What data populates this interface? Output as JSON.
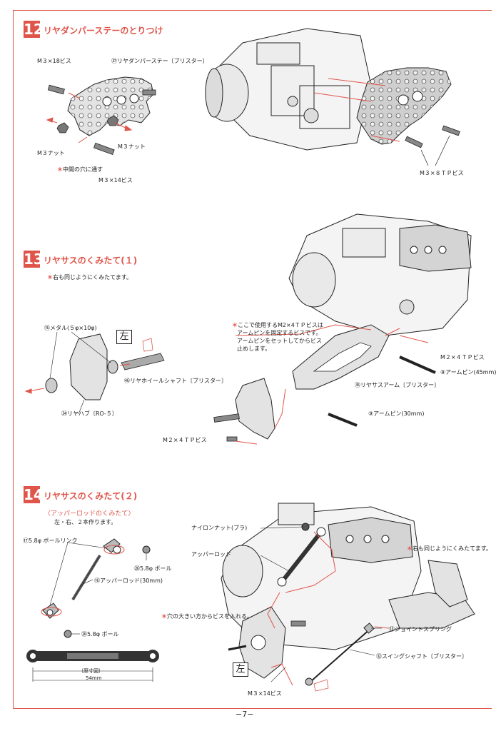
{
  "page_number": "−7−",
  "colors": {
    "accent": "#e0554a",
    "line": "#222222",
    "part_fill": "#d9d9d9"
  },
  "step12": {
    "number": "12",
    "title": "リヤダンパーステーのとりつけ",
    "labels": {
      "m3x18": "M３×18ビス",
      "stay": "㊲リヤダンパーステー〔ブリスター〕",
      "nut_left": "M３ナット",
      "nut_right": "M３ナット",
      "note_prefix": "＊",
      "note": "中間の穴に通す",
      "m3x14": "M３×14ビス",
      "m3x8tp": "M３×８ＴＰビス"
    }
  },
  "step13": {
    "number": "13",
    "title": "リヤサスのくみたて(１)",
    "note_prefix": "＊",
    "note": "右も同じようにくみたてます。",
    "left_badge": "左",
    "labels": {
      "metal": "⑯メタル(５φ×10φ)",
      "shaft": "㊻リヤホイールシャフト〔ブリスター〕",
      "hub": "㉞リヤハブ〔RO-５〕",
      "usage_prefix": "＊",
      "usage_note_1": "ここで使用するM2×4ＴＰビスは",
      "usage_note_2": "アームピンを固定するビスです。",
      "usage_note_3": "アームピンをセットしてからビス",
      "usage_note_4": "止めします。",
      "m2x4tp_right": "M２×４ＴＰビス",
      "pin45": "⑧アームピン(45mm)",
      "arm": "㉟リヤサスアーム〔ブリスター〕",
      "pin30": "⑨アームピン(30mm)",
      "m2x4tp_left": "M２×４ＴＰビス"
    }
  },
  "step14": {
    "number": "14",
    "title": "リヤサスのくみたて(２)",
    "subtitle": "〈アッパーロッドのくみたて〉",
    "subnote": "左・右、２本作ります。",
    "left_badge": "左",
    "labels": {
      "ball_link": "⑰5.8φ ボールリンク",
      "ball_a": "㉖5.8φ ボール",
      "upper_rod": "⑯アッパーロッド(30mm)",
      "ball_b": "㉖5.8φ ボール",
      "scale": "〔原寸図〕",
      "scale_len": "54mm",
      "nylon_nut": "ナイロンナット(ブラ)",
      "upper_rod_right": "アッパーロッド",
      "right_same_prefix": "＊",
      "right_same": "右も同じようにくみたてます。",
      "big_hole_prefix": "＊",
      "big_hole": "穴の大きい方からビスを入れる。",
      "joint_spring": "⑬ジョイントスプリング",
      "swing_shaft": "㉜スイングシャフト〔ブリスター〕",
      "m3x14": "M３×14ビス"
    }
  }
}
